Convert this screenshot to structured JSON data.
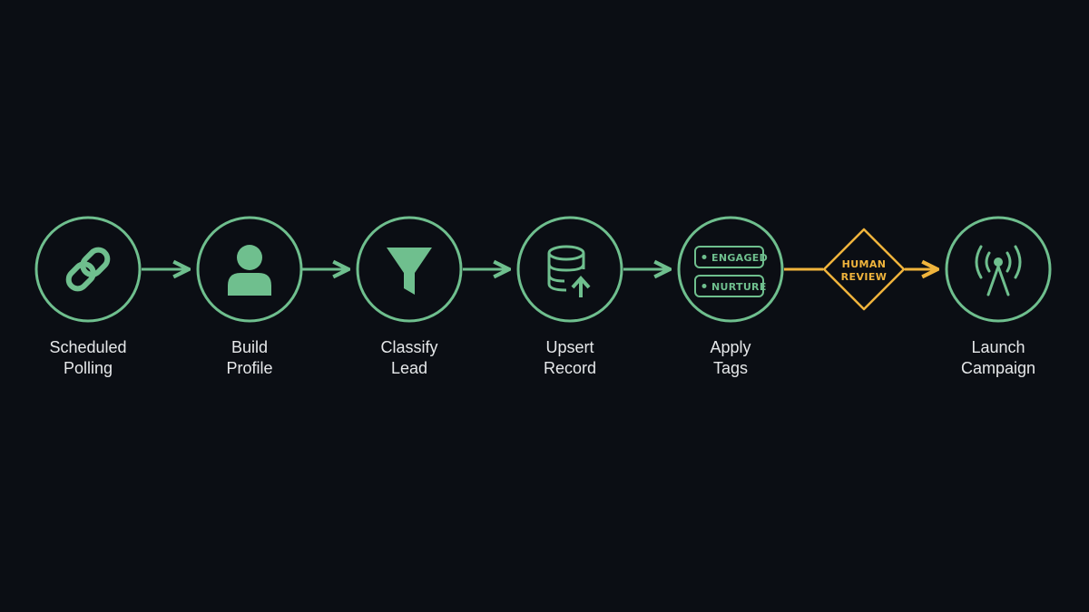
{
  "colors": {
    "background": "#0b0e14",
    "node_stroke": "#6fbf8e",
    "node_fill": "#6fbf8e",
    "review_accent": "#f0b43c",
    "label_text": "#e6e8ea"
  },
  "steps": [
    {
      "id": "scheduled-polling",
      "icon": "chain-link-icon",
      "line1": "Scheduled",
      "line2": "Polling"
    },
    {
      "id": "build-profile",
      "icon": "user-profile-icon",
      "line1": "Build",
      "line2": "Profile"
    },
    {
      "id": "classify-lead",
      "icon": "funnel-icon",
      "line1": "Classify",
      "line2": "Lead"
    },
    {
      "id": "upsert-record",
      "icon": "database-upload-icon",
      "line1": "Upsert",
      "line2": "Record"
    },
    {
      "id": "apply-tags",
      "icon": "tags-icon",
      "line1": "Apply",
      "line2": "Tags",
      "tags": [
        "ENGAGED",
        "NURTURE"
      ]
    },
    {
      "id": "launch-campaign",
      "icon": "broadcast-antenna-icon",
      "line1": "Launch",
      "line2": "Campaign"
    }
  ],
  "review": {
    "line1": "HUMAN",
    "line2": "REVIEW"
  }
}
